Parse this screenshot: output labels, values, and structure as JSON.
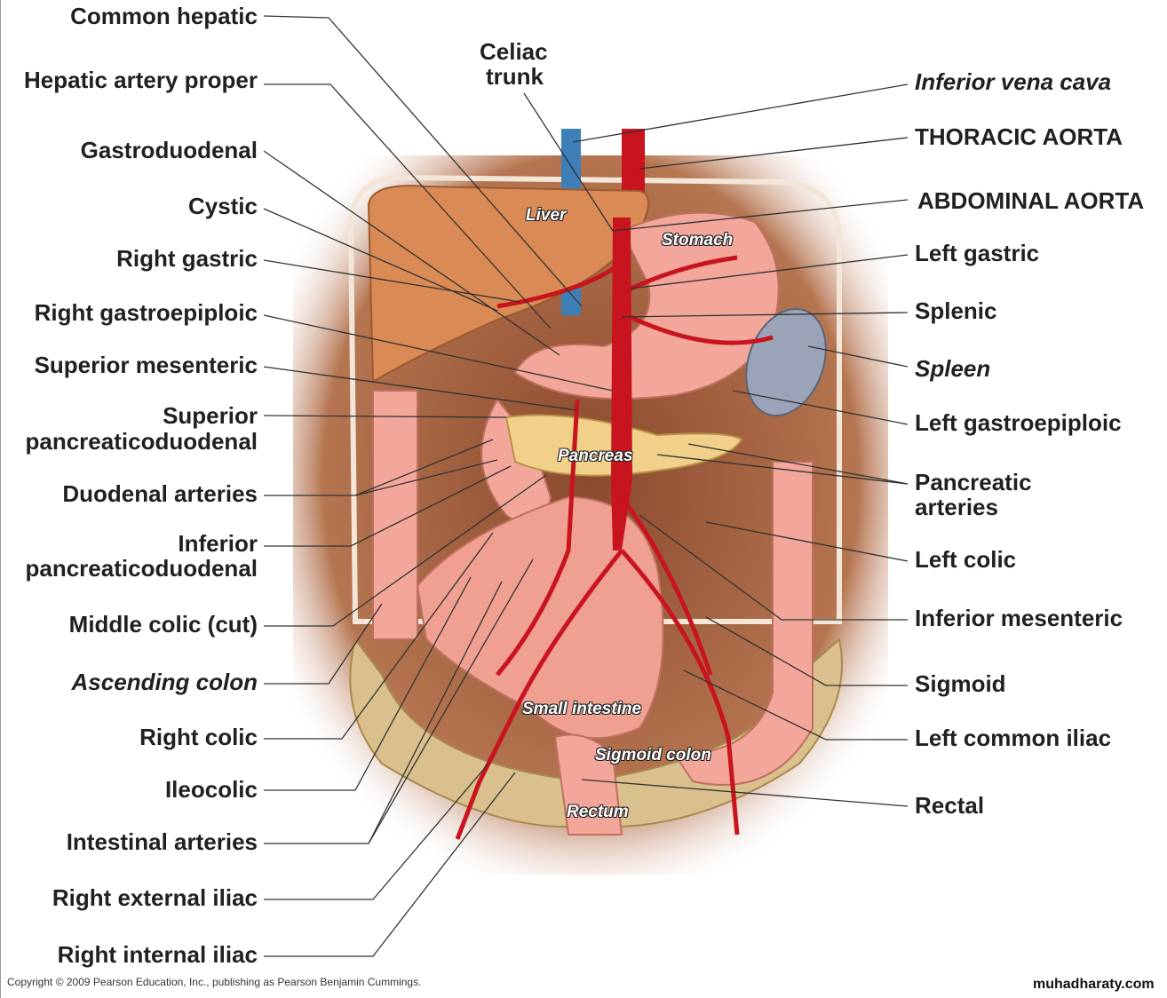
{
  "left_labels": {
    "common_hepatic": "Common hepatic",
    "hepatic_artery_proper": "Hepatic artery proper",
    "gastroduodenal": "Gastroduodenal",
    "cystic": "Cystic",
    "right_gastric": "Right gastric",
    "right_gastroepiploic": "Right gastroepiploic",
    "superior_mesenteric": "Superior mesenteric",
    "superior_pancreaticoduodenal_1": "Superior",
    "superior_pancreaticoduodenal_2": "pancreaticoduodenal",
    "duodenal_arteries": "Duodenal arteries",
    "inferior_pancreaticoduodenal_1": "Inferior",
    "inferior_pancreaticoduodenal_2": "pancreaticoduodenal",
    "middle_colic": "Middle colic (cut)",
    "ascending_colon": "Ascending colon",
    "right_colic": "Right colic",
    "ileocolic": "Ileocolic",
    "intestinal_arteries": "Intestinal arteries",
    "right_external_iliac": "Right external iliac",
    "right_internal_iliac": "Right internal iliac"
  },
  "top_label": {
    "line1": "Celiac",
    "line2": "trunk"
  },
  "right_labels": {
    "inferior_vena_cava": "Inferior vena cava",
    "thoracic_aorta": "THORACIC AORTA",
    "abdominal_aorta": "ABDOMINAL AORTA",
    "left_gastric": "Left gastric",
    "splenic": "Splenic",
    "spleen": "Spleen",
    "left_gastroepiploic": "Left gastroepiploic",
    "pancreatic_arteries_1": "Pancreatic",
    "pancreatic_arteries_2": "arteries",
    "left_colic": "Left colic",
    "inferior_mesenteric": "Inferior mesenteric",
    "sigmoid": "Sigmoid",
    "left_common_iliac": "Left common iliac",
    "rectal": "Rectal"
  },
  "organs": {
    "liver": "Liver",
    "stomach": "Stomach",
    "pancreas": "Pancreas",
    "small_intestine": "Small intestine",
    "sigmoid_colon": "Sigmoid colon",
    "rectum": "Rectum"
  },
  "copyright": "Copyright © 2009 Pearson Education, Inc., publishing as Pearson Benjamin Cummings.",
  "watermark": "muhadharaty.com",
  "colors": {
    "artery": "#c8141e",
    "vein": "#3f7fb8",
    "tissue": "#f2a79a",
    "liver": "#d98a55",
    "body": "#a0603c"
  }
}
